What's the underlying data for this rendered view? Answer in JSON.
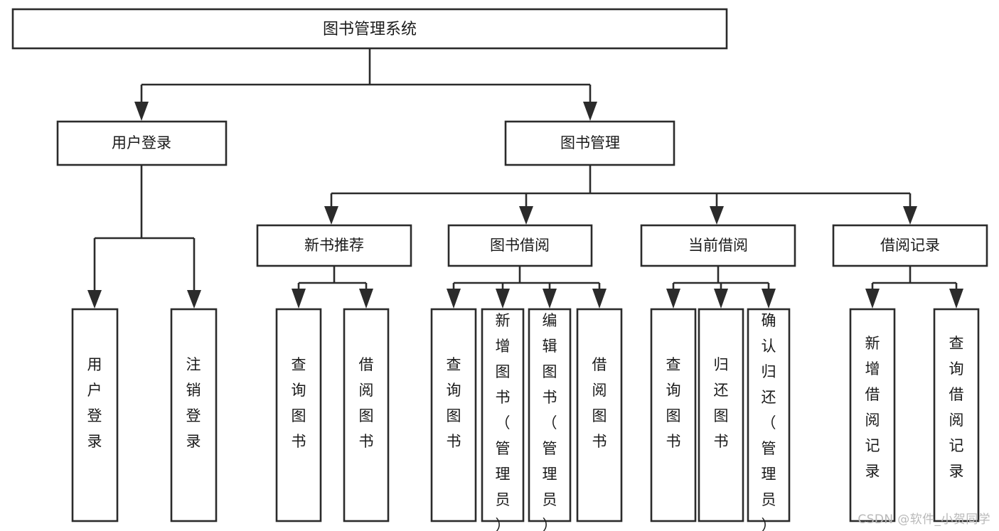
{
  "diagram": {
    "title": "图书管理系统",
    "watermark": "CSDN @软件_小贺同学",
    "colors": {
      "stroke": "#2b2b2b",
      "fill": "#ffffff",
      "text": "#1a1a1a",
      "watermark": "#b9b9b9",
      "background": "#ffffff"
    },
    "root": {
      "label": "图书管理系统"
    },
    "level2": [
      {
        "label": "用户登录"
      },
      {
        "label": "图书管理"
      }
    ],
    "level3": [
      {
        "label": "新书推荐"
      },
      {
        "label": "图书借阅"
      },
      {
        "label": "当前借阅"
      },
      {
        "label": "借阅记录"
      }
    ],
    "leaves": [
      {
        "label": "用户登录",
        "parent": "用户登录"
      },
      {
        "label": "注销登录",
        "parent": "用户登录"
      },
      {
        "label": "查询图书",
        "parent": "新书推荐"
      },
      {
        "label": "借阅图书",
        "parent": "新书推荐"
      },
      {
        "label": "查询图书",
        "parent": "图书借阅"
      },
      {
        "label": "新增图书（管理员）",
        "parent": "图书借阅"
      },
      {
        "label": "编辑图书（管理员）",
        "parent": "图书借阅"
      },
      {
        "label": "借阅图书",
        "parent": "图书借阅"
      },
      {
        "label": "查询图书",
        "parent": "当前借阅"
      },
      {
        "label": "归还图书",
        "parent": "当前借阅"
      },
      {
        "label": "确认归还（管理员）",
        "parent": "当前借阅"
      },
      {
        "label": "新增借阅记录",
        "parent": "借阅记录"
      },
      {
        "label": "查询借阅记录",
        "parent": "借阅记录"
      }
    ]
  }
}
